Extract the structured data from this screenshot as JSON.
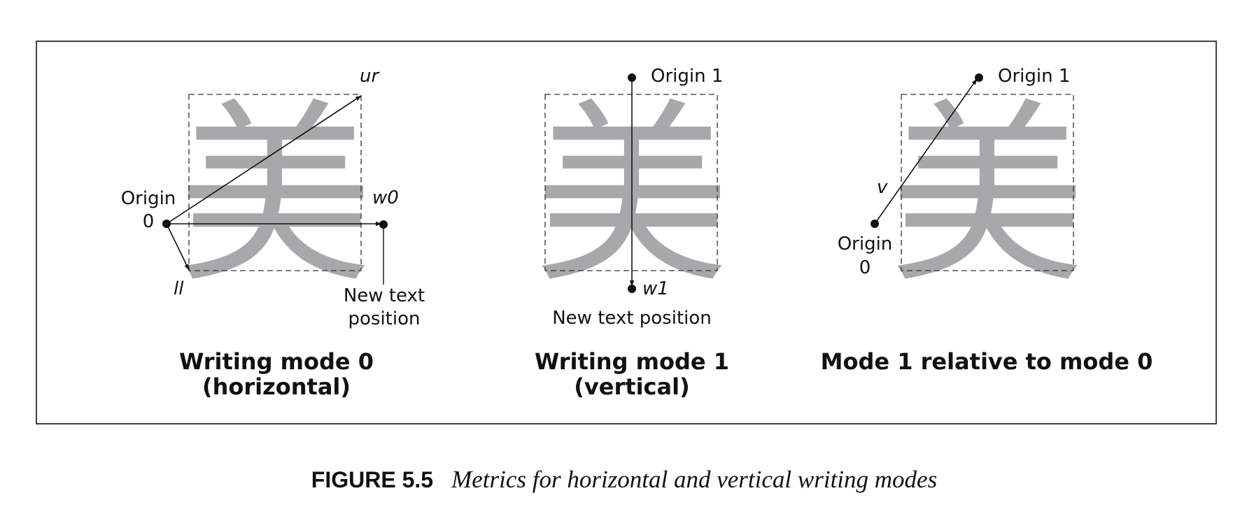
{
  "glyph": "美",
  "panels": [
    {
      "labels": {
        "ur": "ur",
        "origin": "Origin",
        "origin_num": "0",
        "w0": "w0",
        "ll": "ll",
        "new_text_1": "New text",
        "new_text_2": "position"
      },
      "caption_1": "Writing mode 0",
      "caption_2": "(horizontal)"
    },
    {
      "labels": {
        "origin1": "Origin 1",
        "w1": "w1",
        "new_text": "New text position"
      },
      "caption_1": "Writing mode 1",
      "caption_2": "(vertical)"
    },
    {
      "labels": {
        "origin1": "Origin 1",
        "v": "v",
        "origin": "Origin",
        "origin_num": "0"
      },
      "caption_1": "Mode 1 relative to mode 0"
    }
  ],
  "figure": {
    "number": "FIGURE 5.5",
    "title": "Metrics for horizontal and vertical writing modes"
  }
}
